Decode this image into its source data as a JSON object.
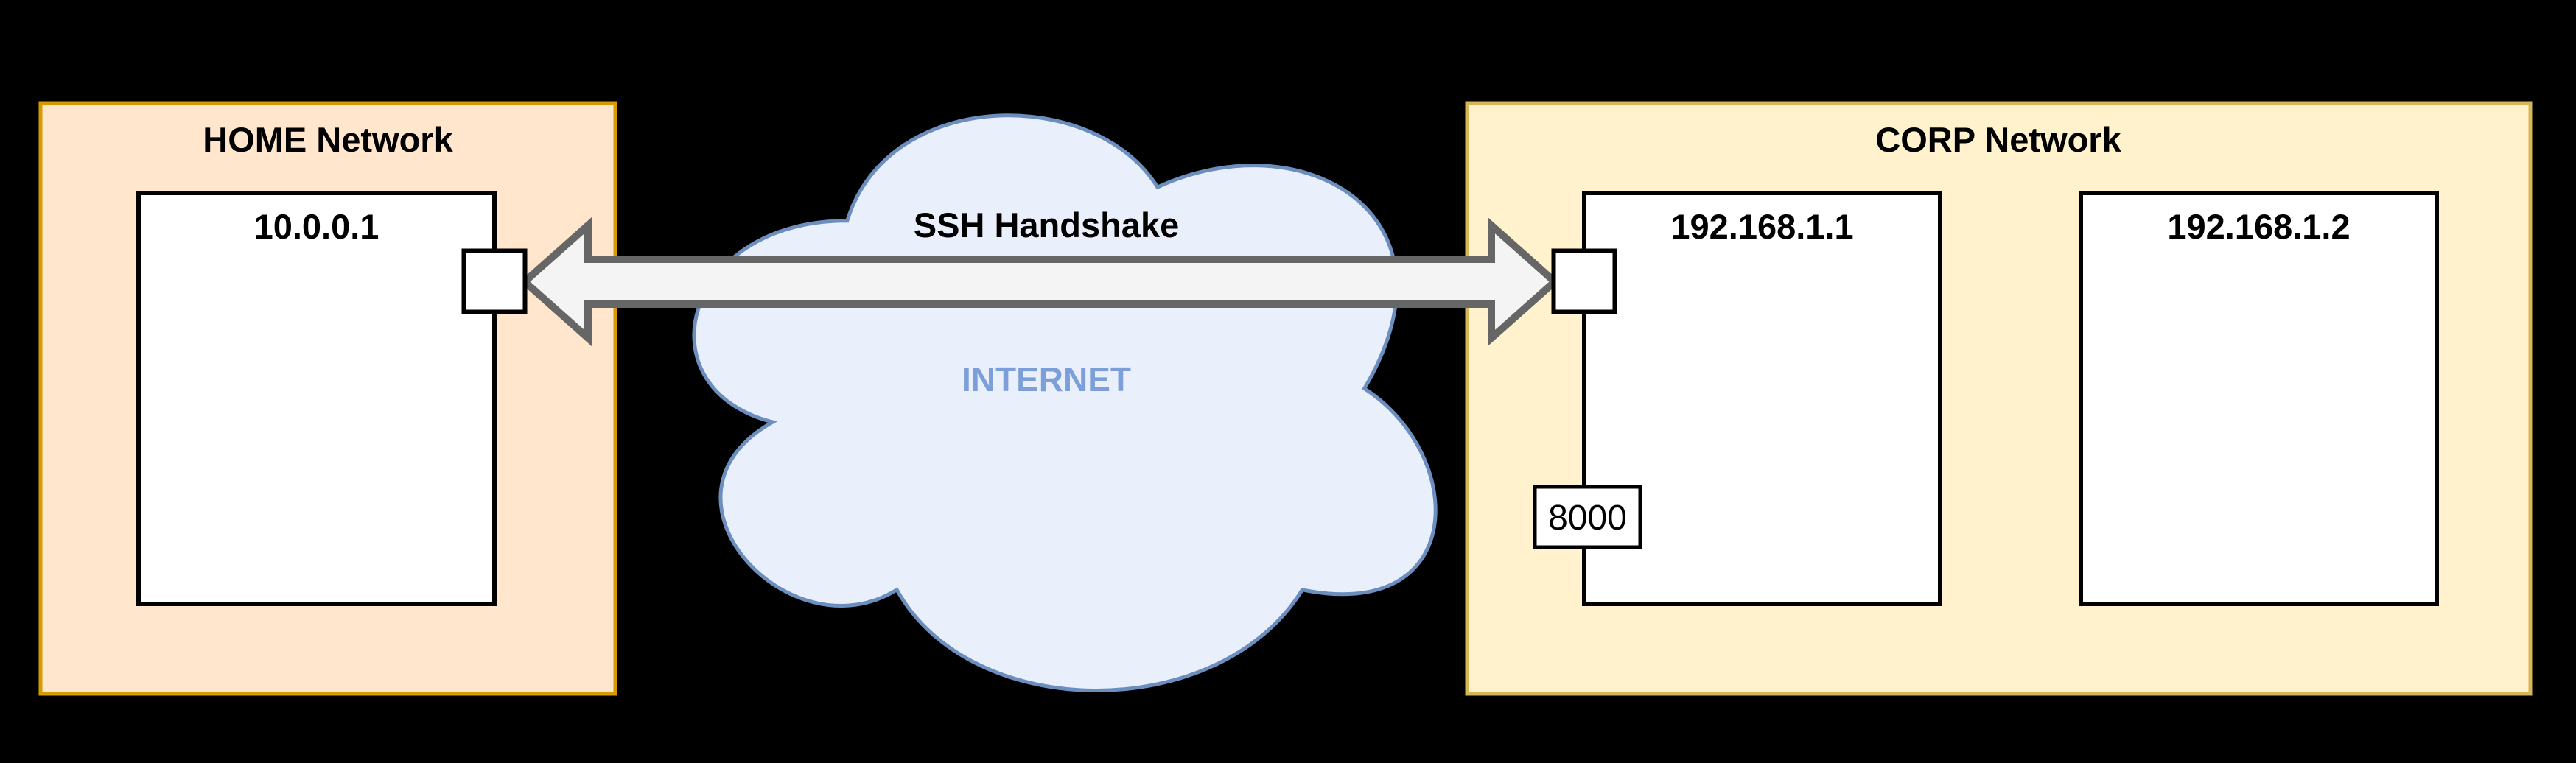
{
  "diagram": {
    "type": "network-diagram",
    "background_color": "#000000",
    "home_network": {
      "title": "HOME Network",
      "fill": "#FFE6CC",
      "stroke": "#D79B00",
      "hosts": [
        {
          "ip": "10.0.0.1"
        }
      ]
    },
    "internet": {
      "label": "INTERNET",
      "label_color": "#7C9FD9",
      "cloud_fill": "#EAF0FB",
      "cloud_stroke": "#6C8EBF"
    },
    "connection": {
      "label": "SSH Handshake",
      "direction": "bidirectional",
      "arrow_fill": "#F4F4F4",
      "arrow_stroke": "#666666"
    },
    "corp_network": {
      "title": "CORP Network",
      "fill": "#FFF2CC",
      "stroke": "#D6B656",
      "hosts": [
        {
          "ip": "192.168.1.1",
          "port": "8000"
        },
        {
          "ip": "192.168.1.2"
        }
      ]
    },
    "port_box": {
      "fill": "#FFFFFF",
      "stroke": "#000000"
    }
  }
}
